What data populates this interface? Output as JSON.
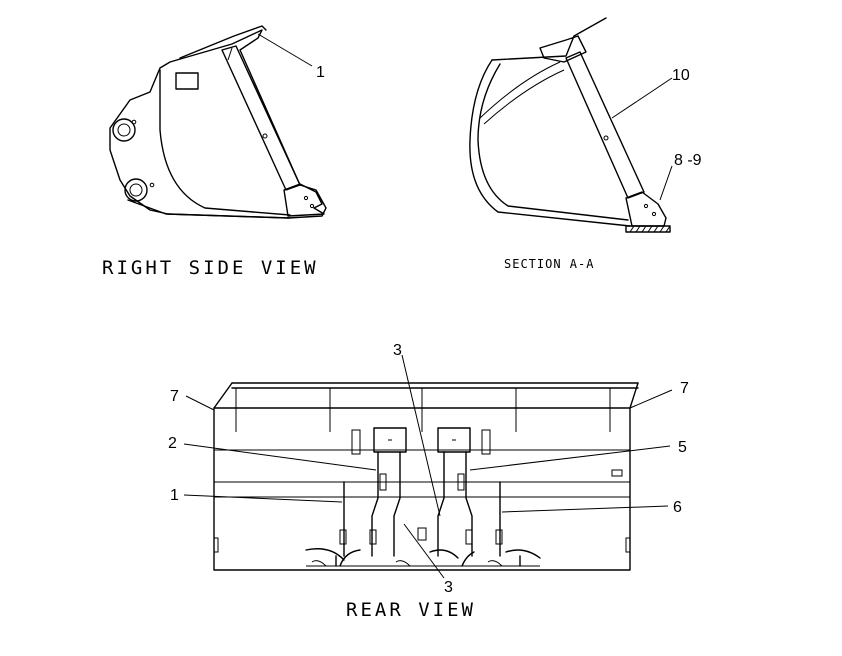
{
  "views": {
    "right_side": {
      "title": "RIGHT SIDE VIEW",
      "callouts": [
        "1"
      ]
    },
    "section": {
      "title": "SECTION A-A",
      "callouts": [
        "10",
        "8 -9"
      ]
    },
    "rear": {
      "title": "REAR VIEW",
      "callouts": [
        "3",
        "7",
        "7",
        "2",
        "5",
        "1",
        "6",
        "3"
      ]
    }
  }
}
